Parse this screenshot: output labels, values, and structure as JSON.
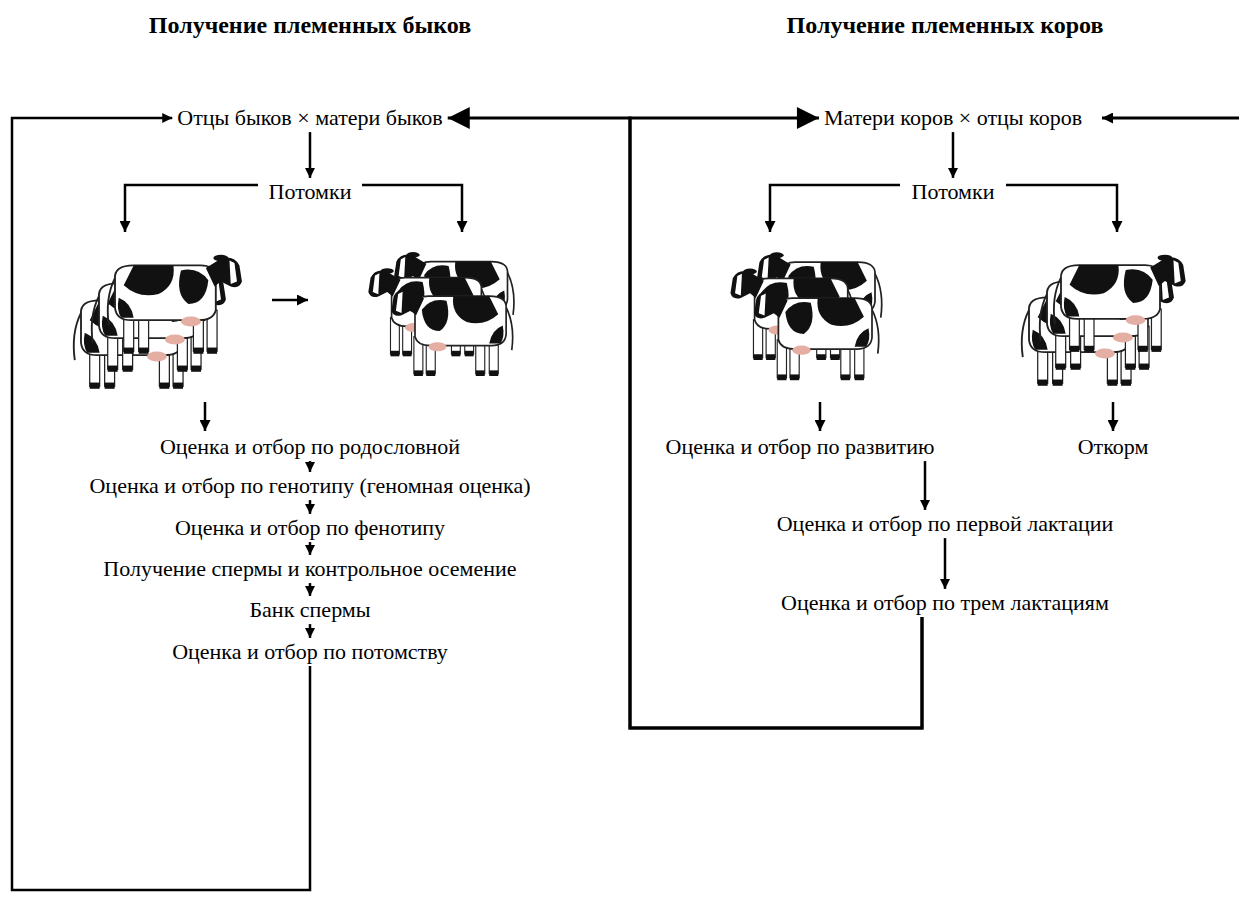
{
  "diagram": {
    "nodes": [
      {
        "text": [
          "Отцы быков × матери быков"
        ]
      },
      {
        "text": [
          "Потомки"
        ]
      },
      {
        "text": [
          "Оценка и отбор по родословной"
        ]
      },
      {
        "text": [
          "Оценка и отбор по генотипу (геномная оценка)"
        ]
      },
      {
        "text": [
          "Оценка и отбор по фенотипу"
        ]
      },
      {
        "text": [
          "Получение спермы и контрольное осемение"
        ]
      },
      {
        "text": [
          "Банк спермы"
        ]
      },
      {
        "text": [
          "Оценка и отбор по потомству"
        ]
      },
      {
        "text": [
          "Матери коров × отцы коров"
        ]
      },
      {
        "text": [
          "Потомки"
        ]
      },
      {
        "text": [
          "Оценка и отбор по развитию"
        ]
      },
      {
        "text": [
          "Откорм"
        ]
      },
      {
        "text": [
          "Оценка и отбор по первой лактации"
        ]
      },
      {
        "text": [
          "Оценка и отбор по трем лактациям"
        ]
      }
    ],
    "edges": [
      {
        "from": 0,
        "to": 1,
        "arrow": "to"
      },
      {
        "from": 2,
        "to": 3,
        "arrow": "to"
      },
      {
        "from": 3,
        "to": 4,
        "arrow": "to"
      },
      {
        "from": 4,
        "to": 5,
        "arrow": "to"
      },
      {
        "from": 5,
        "to": 6,
        "arrow": "to"
      },
      {
        "from": 6,
        "to": 7,
        "arrow": "to"
      },
      {
        "from": 7,
        "to": 0,
        "arrow": "to"
      },
      {
        "from": 8,
        "to": 9,
        "arrow": "to"
      },
      {
        "from": 10,
        "to": 12,
        "arrow": "to"
      },
      {
        "from": 12,
        "to": 13,
        "arrow": "to"
      },
      {
        "from": 13,
        "to": 0,
        "arrow": "to"
      },
      {
        "from": 13,
        "to": 8,
        "arrow": "to"
      }
    ],
    "labels": [
      "Получение племенных быков",
      "Получение племенных коров"
    ]
  }
}
